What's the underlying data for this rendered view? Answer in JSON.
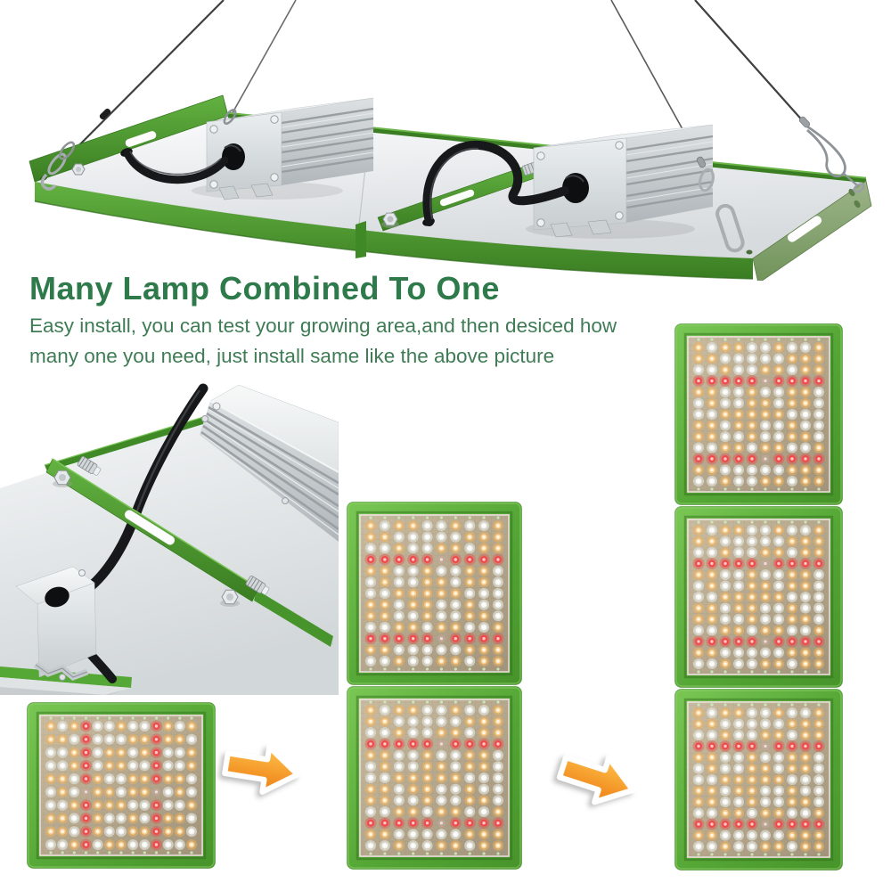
{
  "page": {
    "background": "#ffffff"
  },
  "heading": {
    "text": "Many Lamp Combined To One"
  },
  "paragraph": {
    "line1": "Easy install, you can test your growing area,and then desiced how",
    "line2": "many one you need, just install same like the above picture"
  },
  "colors": {
    "page_bg": "#ffffff",
    "heading_green": "#2e7a4a",
    "body_green": "#3f7c55",
    "frame_green": "#55a736",
    "frame_green_light": "#7cc558",
    "frame_green_dark": "#3a7d22",
    "rail_sage": "#8fa97c",
    "deck_white": "#f4f6f7",
    "driver_silver": "#d9dddf",
    "cable_black": "#17181a",
    "wire_gray": "#4a4a4a",
    "board_tan": "#b9ab90",
    "led_white": "#ffffff",
    "led_warm": "#f3b35c",
    "led_red": "#ee4b4b",
    "arrow_orange_light": "#fdc14b",
    "arrow_orange_dark": "#ee7d12"
  },
  "hero_photo": {
    "description": "Two-section LED grow light with green frame hanging on four steel wire ropes, two silver driver boxes with black power cables on top",
    "driver_boxes": 2,
    "hanging_wires": 4
  },
  "detail_photo": {
    "description": "Close-up of green joining bracket with thumb screws and hex bolts connecting two light panels"
  },
  "led_panels": {
    "single": {
      "count": 1,
      "cols": 13,
      "rows": 10,
      "red_cols": [
        3,
        9
      ],
      "dim_index": 5
    },
    "stack2": {
      "count": 2,
      "cols": 10,
      "rows": 13,
      "red_rows": [
        3,
        10
      ],
      "dim_index": 5
    },
    "stack3": {
      "count": 3,
      "cols": 10,
      "rows": 13,
      "red_rows": [
        3,
        10
      ],
      "dim_index": 5
    }
  },
  "arrows": [
    {
      "icon": "arrow-right-icon",
      "rotation_deg": 9
    },
    {
      "icon": "arrow-right-icon",
      "rotation_deg": 18
    }
  ]
}
